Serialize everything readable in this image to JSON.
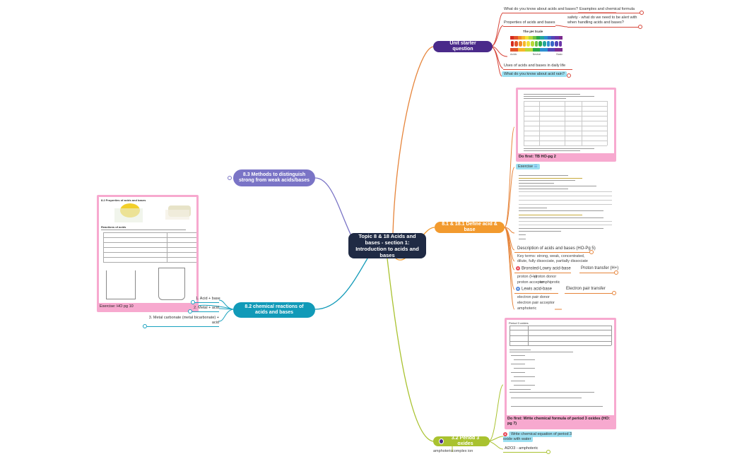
{
  "central": {
    "title": "Topic 8 & 18 Acids and bases - section 1: Introduction to acids and bases"
  },
  "topics": {
    "starter": {
      "label": "Unit starter question",
      "items": [
        {
          "label": "What do you know about acids and bases?",
          "child": "Examples and chemical formula"
        },
        {
          "label": "Properties of acids and bases",
          "child": "safety - what do we need to be alert with when handling acids and bases?"
        },
        {
          "label": "Uses of acids and bases in daily life"
        },
        {
          "label": "What do you know about acid rain?"
        }
      ],
      "ph_image_title": "The pH Scale",
      "ph_image_labels": [
        "Acidic",
        "Neutral",
        "Basic"
      ]
    },
    "methods": {
      "label": "8.3 Methods to distinguish strong from weak acids/bases"
    },
    "define": {
      "label": "8.1 & 18.1 Define acid & base",
      "card1_caption": "Do first: TB HO-pg 2",
      "exercise_label": "Exercise",
      "desc_label": "Description of acids and bases (HO-Pg 5)",
      "key_terms": "Key terms: strong, weak, concentrated, dilute, fully dissociate, partially dissociate",
      "bronsted": {
        "label": "Bronsted-Lowry acid-base",
        "child": "Proton transfer (H+)",
        "terms": [
          "proton (H+)",
          "proton donor",
          "proton acceptor",
          "amphiprotic"
        ]
      },
      "lewis": {
        "label": "Lewis acid-base",
        "child": "Electron pair transfer",
        "terms": [
          "electron pair donor",
          "electron pair acceptor",
          "amphoteric"
        ]
      }
    },
    "reactions": {
      "label": "8.2 chemical reactions of acids and bases",
      "items": [
        "1. Acid + base",
        "2. Metal + acid",
        "3. Metal carbonate (metal bicarbonate) + acid"
      ],
      "card_caption": "Exercise: HO pg 10",
      "card_title": "8.2 Properties of acids and bases",
      "card_subtitle": "Reactions of acids"
    },
    "period3": {
      "label": "3.2 Period 3 oxides",
      "card_caption": "Do first: Write chemical formula of period 3 oxides (HO: pg 7)",
      "card_title": "Period 3 oxides",
      "items": [
        "Write chemical equation of period 3 oxide with water",
        "Al2O3 - amphoteric"
      ],
      "below": [
        "amphoteric",
        "complex ion"
      ]
    }
  },
  "colors": {
    "central": "#1f2a44",
    "starter": "#4a2a8a",
    "methods": "#7a74c6",
    "define": "#f29a2e",
    "reactions": "#119ab8",
    "period3": "#a9c22f",
    "orange_line": "#e6843a",
    "red_line": "#d7463a",
    "purple_line": "#6a4ab8",
    "teal_line": "#1aa2bf",
    "green_line": "#a9c22f",
    "card_border": "#f7a9cf",
    "highlight": "#9de0f2"
  }
}
